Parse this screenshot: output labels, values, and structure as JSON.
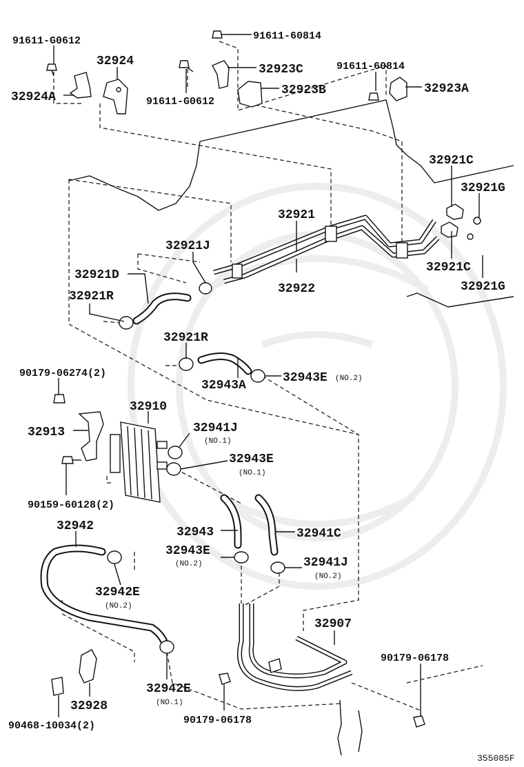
{
  "diagram_id": "355085F",
  "labels": {
    "l_91611_G0612_a": "91611-G0612",
    "l_32924": "32924",
    "l_32924A": "32924A",
    "l_91611_60814_a": "91611-60814",
    "l_32923C": "32923C",
    "l_32923B": "32923B",
    "l_91611_G0612_b": "91611-G0612",
    "l_91611_60814_b": "91611-60814",
    "l_32923A": "32923A",
    "l_32921C_a": "32921C",
    "l_32921G_a": "32921G",
    "l_32921": "32921",
    "l_32921J": "32921J",
    "l_32921D": "32921D",
    "l_32921R_a": "32921R",
    "l_32922": "32922",
    "l_32921C_b": "32921C",
    "l_32921G_b": "32921G",
    "l_32921R_b": "32921R",
    "l_32943A": "32943A",
    "l_32943E_a": "32943E",
    "l_32943E_a_note": "(NO.2)",
    "l_90179_06274": "90179-06274(2)",
    "l_32910": "32910",
    "l_32913": "32913",
    "l_32941J_a": "32941J",
    "l_32941J_a_note": "(NO.1)",
    "l_32943E_b": "32943E",
    "l_32943E_b_note": "(NO.1)",
    "l_90159_60128": "90159-60128(2)",
    "l_32942": "32942",
    "l_32943": "32943",
    "l_32941C": "32941C",
    "l_32943E_c": "32943E",
    "l_32943E_c_note": "(NO.2)",
    "l_32941J_b": "32941J",
    "l_32941J_b_note": "(NO.2)",
    "l_32942E_a": "32942E",
    "l_32942E_a_note": "(NO.2)",
    "l_32907": "32907",
    "l_90179_06178_a": "90179-06178",
    "l_32928": "32928",
    "l_32942E_b": "32942E",
    "l_32942E_b_note": "(NO.1)",
    "l_90468_10034": "90468-10034(2)",
    "l_90179_06178_b": "90179-06178"
  }
}
